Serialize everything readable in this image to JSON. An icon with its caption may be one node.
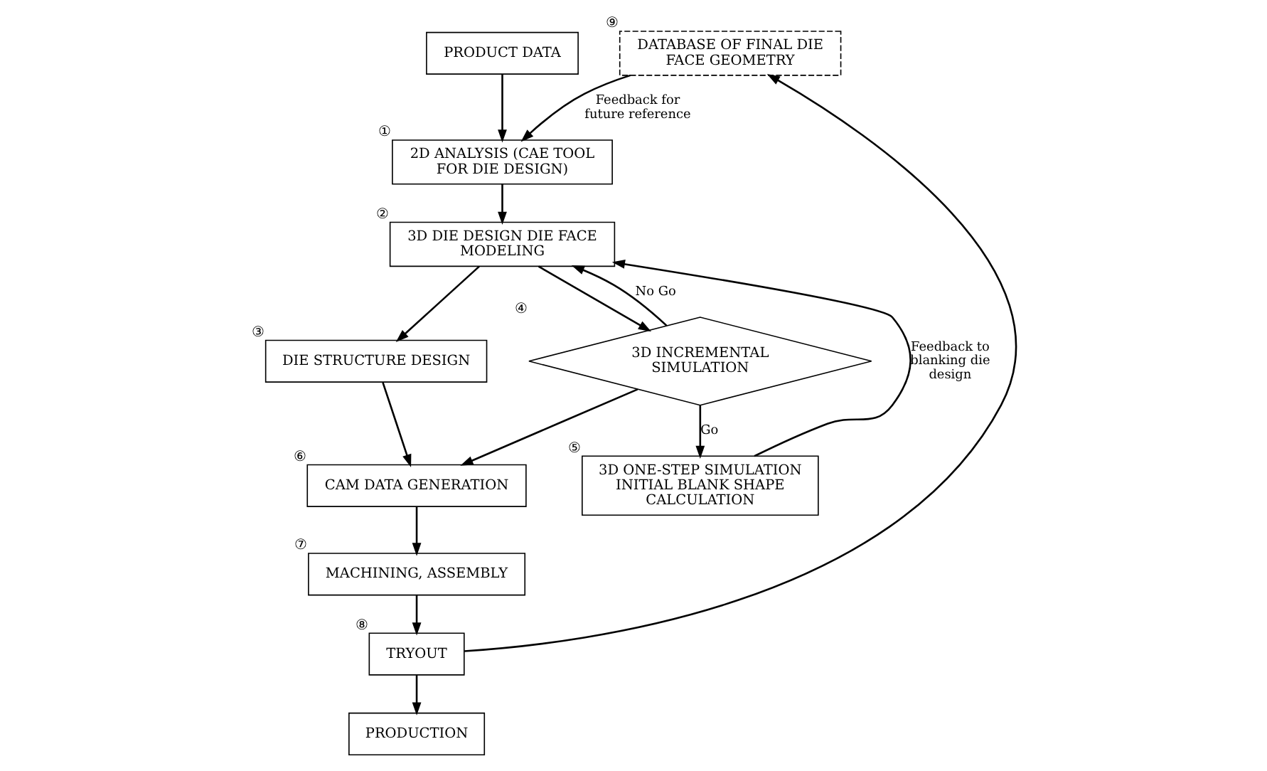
{
  "diagram": {
    "nodes": [
      {
        "text": [
          "PRODUCT DATA"
        ]
      },
      {
        "text": [
          "2D ANALYSIS (CAE TOOL FOR DIE DESIGN)"
        ],
        "beside": [
          "①"
        ]
      },
      {
        "text": [
          "3D DIE DESIGN DIE FACE MODELING"
        ],
        "beside": [
          "②"
        ]
      },
      {
        "text": [
          "DIE STRUCTURE DESIGN"
        ],
        "beside": [
          "③"
        ]
      },
      {
        "text": [
          "DATABASE OF FINAL DIE FACE GEOMETRY"
        ],
        "beside": [
          "⑨"
        ]
      },
      {
        "text": [
          "3D INCREMENTAL SIMULATION"
        ],
        "beside": [
          "④"
        ]
      },
      {
        "text": [
          "CAM DATA GENERATION"
        ],
        "beside": [
          "⑥"
        ]
      },
      {
        "text": [
          "3D ONE-STEP SIMULATION INITIAL BLANK SHAPE CALCULATION"
        ],
        "beside": [
          "⑤"
        ]
      },
      {
        "text": [
          "MACHINING, ASSEMBLY"
        ],
        "beside": [
          "⑦"
        ]
      },
      {
        "text": [
          "TRYOUT"
        ],
        "beside": [
          "⑧"
        ]
      },
      {
        "text": [
          "PRODUCTION"
        ]
      }
    ],
    "edges": [
      {
        "from": 0,
        "to": 1,
        "arrow": "to"
      },
      {
        "from": 1,
        "to": 2,
        "arrow": "to"
      },
      {
        "from": 2,
        "to": 3,
        "arrow": "to"
      },
      {
        "from": 2,
        "to": 5,
        "arrow": "to"
      },
      {
        "from": 5,
        "to": 2,
        "arrow": "to",
        "label": "No Go"
      },
      {
        "from": 7,
        "to": 2,
        "arrow": "to",
        "label": "Feedback to blanking die design"
      },
      {
        "from": 5,
        "to": 7,
        "arrow": "to",
        "label": "Go"
      },
      {
        "from": 5,
        "to": 6,
        "arrow": "to"
      },
      {
        "from": 3,
        "to": 6,
        "arrow": "to"
      },
      {
        "from": 6,
        "to": 8,
        "arrow": "to"
      },
      {
        "from": 8,
        "to": 9,
        "arrow": "to"
      },
      {
        "from": 9,
        "to": 10,
        "arrow": "to"
      },
      {
        "from": 9,
        "to": 4,
        "arrow": "to"
      },
      {
        "from": 4,
        "to": 1,
        "arrow": "to",
        "label": "Feedback for future reference"
      }
    ]
  }
}
